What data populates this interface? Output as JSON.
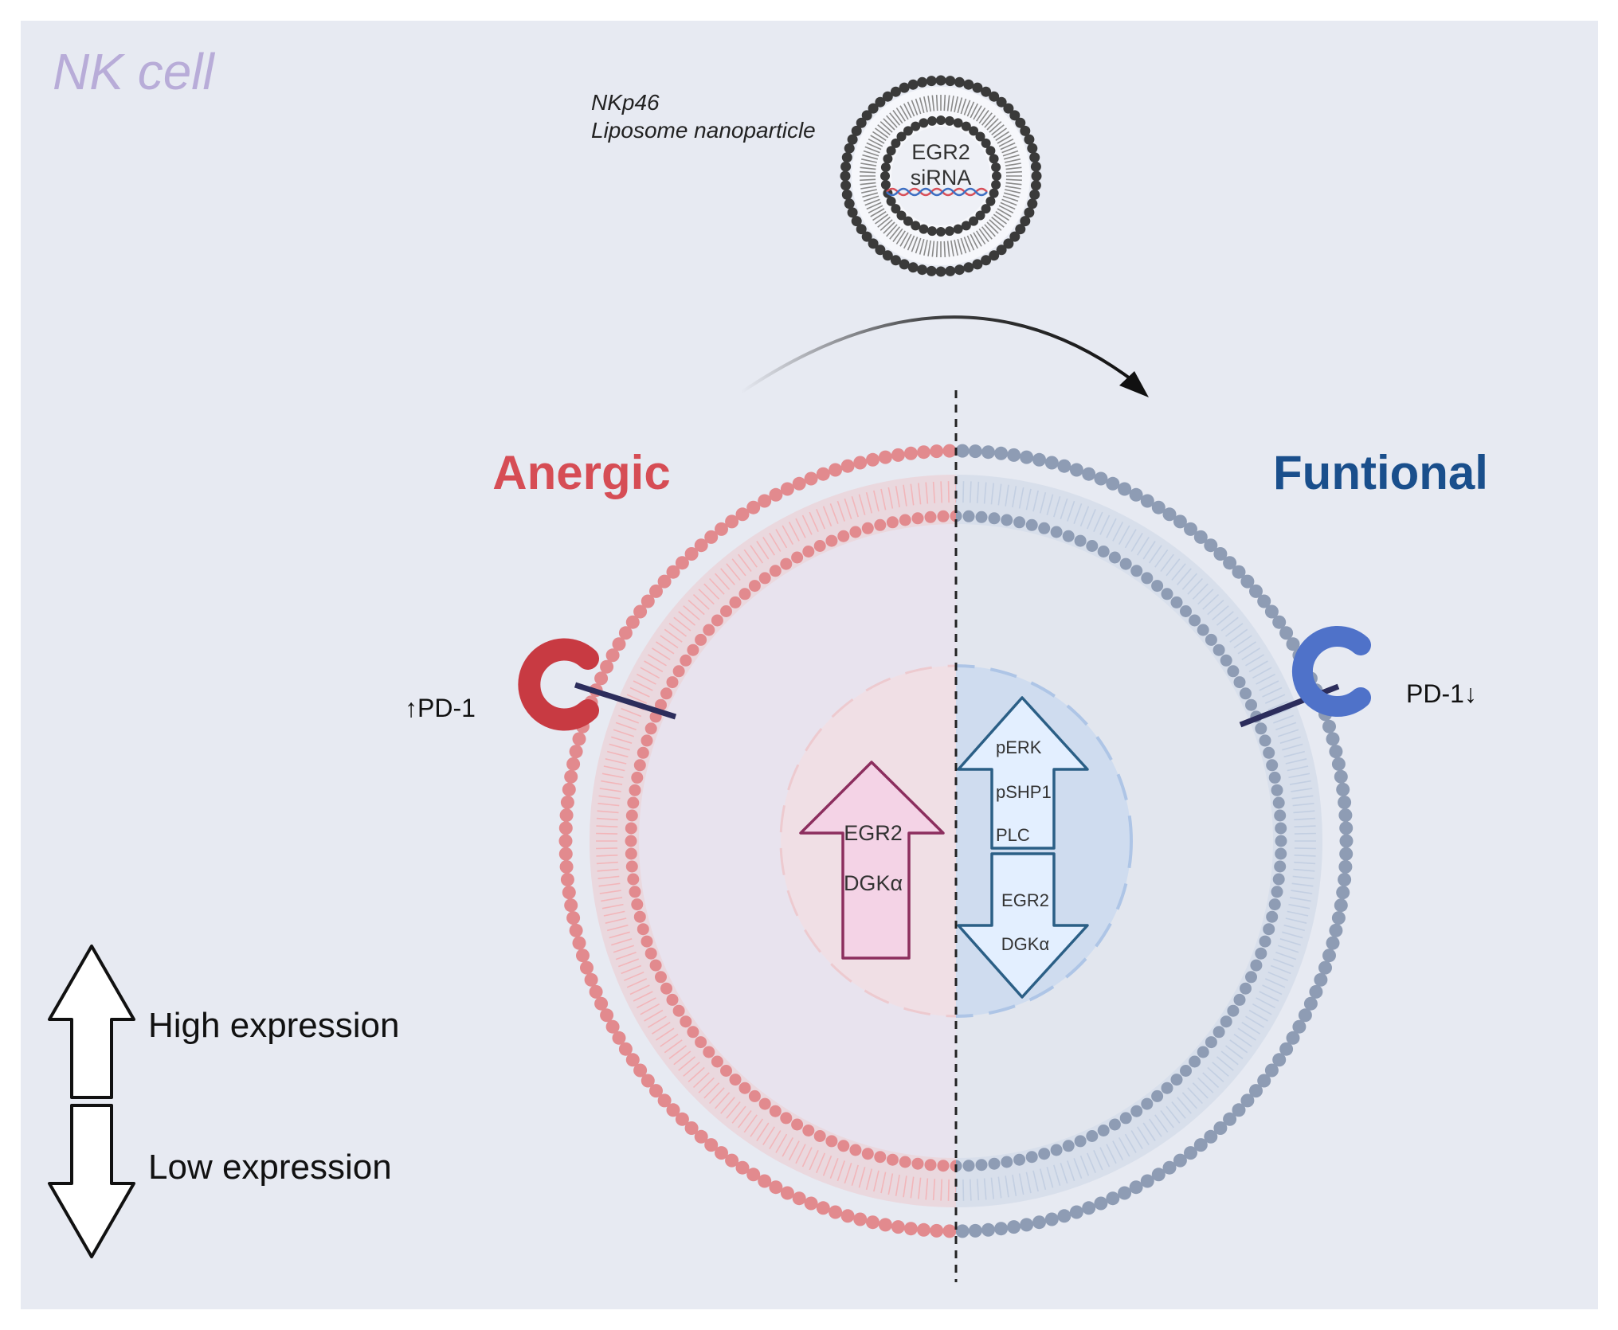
{
  "panel": {
    "title": "NK cell",
    "background": "#e7eaf2"
  },
  "liposome": {
    "label_line1": "NKp46",
    "label_line2": "Liposome nanoparticle",
    "cargo_line1": "EGR2",
    "cargo_line2": "siRNA"
  },
  "states": {
    "anergic": "Anergic",
    "functional": "Funtional"
  },
  "receptors": {
    "left_label": "PD-1",
    "left_direction": "up",
    "right_label": "PD-1",
    "right_direction": "down"
  },
  "anergic_core": {
    "direction": "up",
    "items": [
      "EGR2",
      "DGKα"
    ]
  },
  "functional_core": {
    "up_items": [
      "pERK",
      "pSHP1",
      "PLC"
    ],
    "down_items": [
      "EGR2",
      "DGKα"
    ]
  },
  "legend": {
    "high": "High expression",
    "low": "Low expression"
  },
  "colors": {
    "anergic_red": "#d64d55",
    "anergic_membrane": "#e28a8e",
    "functional_blue": "#1a4f8c",
    "functional_membrane": "#8e9cb4",
    "pink_arrow_fill": "#f4d3e6",
    "pink_arrow_stroke": "#8c2e5e",
    "blue_arrow_fill": "#e3efff",
    "blue_arrow_stroke": "#2b5f86"
  }
}
